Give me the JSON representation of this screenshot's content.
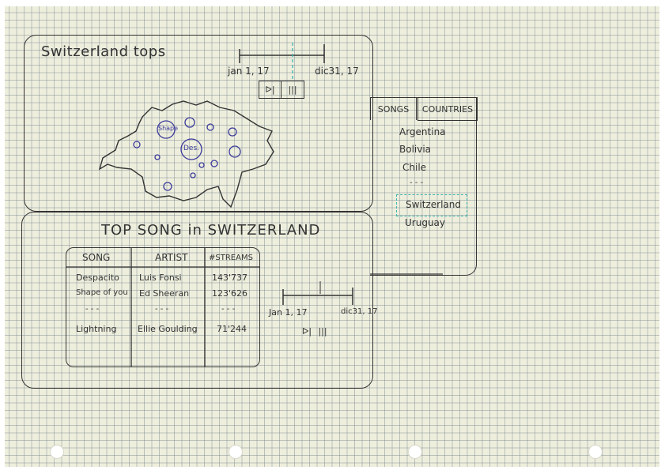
{
  "map_panel": {
    "title": "Switzerland tops",
    "timeline": {
      "start_label": "jan 1, 17",
      "end_label": "dic31, 17"
    },
    "play_icon": "ᐅ|",
    "pause_icon": "|||",
    "bubbles": [
      {
        "label": "Shape"
      },
      {
        "label": "Des."
      }
    ]
  },
  "side_panel": {
    "tabs": [
      {
        "label": "SONGS"
      },
      {
        "label": "COUNTRIES"
      }
    ],
    "countries": [
      "Argentina",
      "Bolivia",
      "Chile",
      "- - -",
      "Switzerland",
      "Uruguay"
    ],
    "selected": "Switzerland"
  },
  "song_panel": {
    "title": "TOP SONG in SWITZERLAND",
    "columns": [
      "SONG",
      "ARTIST",
      "#STREAMS"
    ],
    "rows": [
      [
        "Despacito",
        "Luis Fonsi",
        "143'737"
      ],
      [
        "Shape of you",
        "Ed Sheeran",
        "123'626"
      ],
      [
        "- - -",
        "- - -",
        "- - -"
      ],
      [
        "Lightning",
        "Ellie Goulding",
        "71'244"
      ]
    ],
    "timeline": {
      "start_label": "Jan 1, 17",
      "end_label": "dic31, 17"
    },
    "play_icon": "ᐅ|",
    "pause_icon": "|||"
  },
  "colors": {
    "ink": "#333333",
    "blue_ink": "#3a3a9a",
    "teal_dash": "#3fb6b0",
    "paper": "#eeeedd"
  }
}
